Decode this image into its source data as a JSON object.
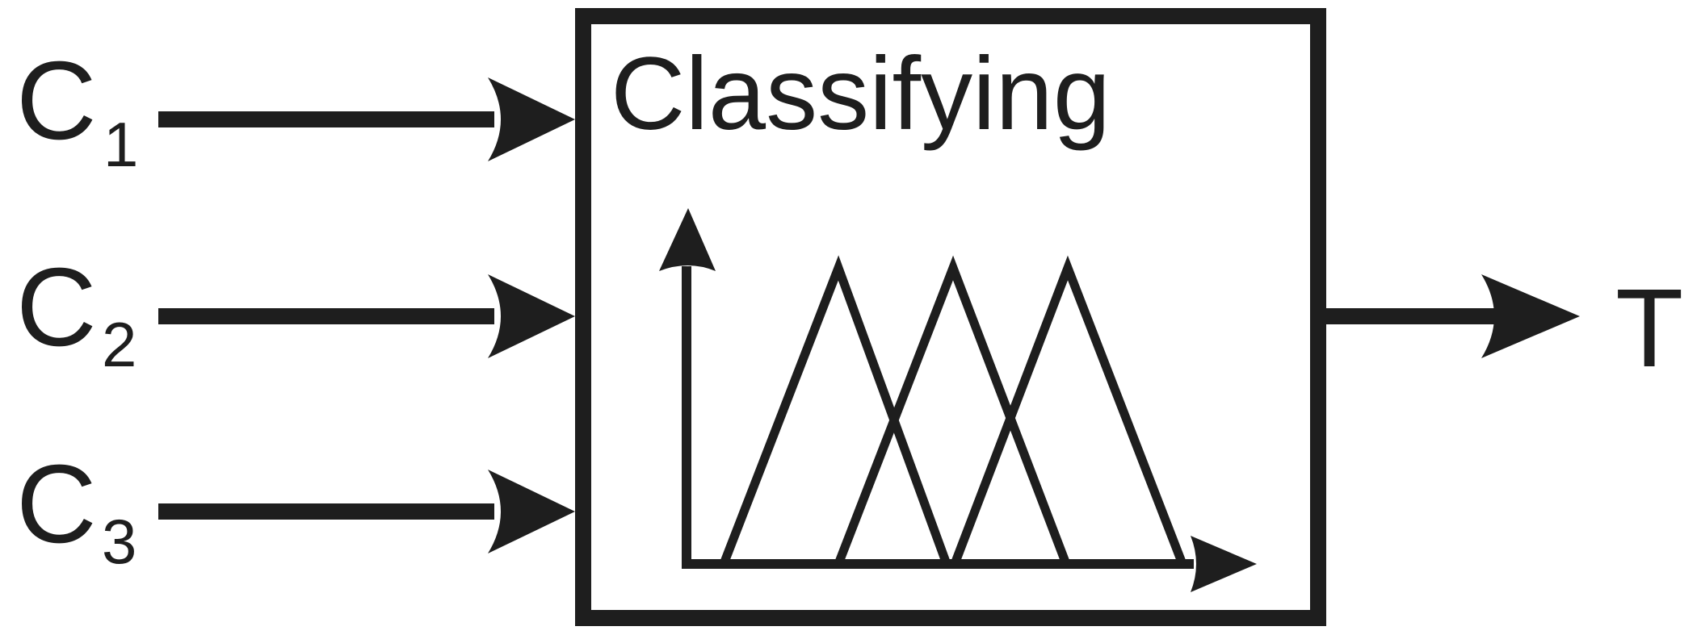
{
  "inputs": [
    {
      "letter": "C",
      "subscript": "1"
    },
    {
      "letter": "C",
      "subscript": "2"
    },
    {
      "letter": "C",
      "subscript": "3"
    }
  ],
  "block": {
    "title": "Classifying",
    "membership_function_count": 3
  },
  "output": {
    "label": "T"
  },
  "colors": {
    "ink": "#1e1e1e",
    "background": "#ffffff"
  }
}
